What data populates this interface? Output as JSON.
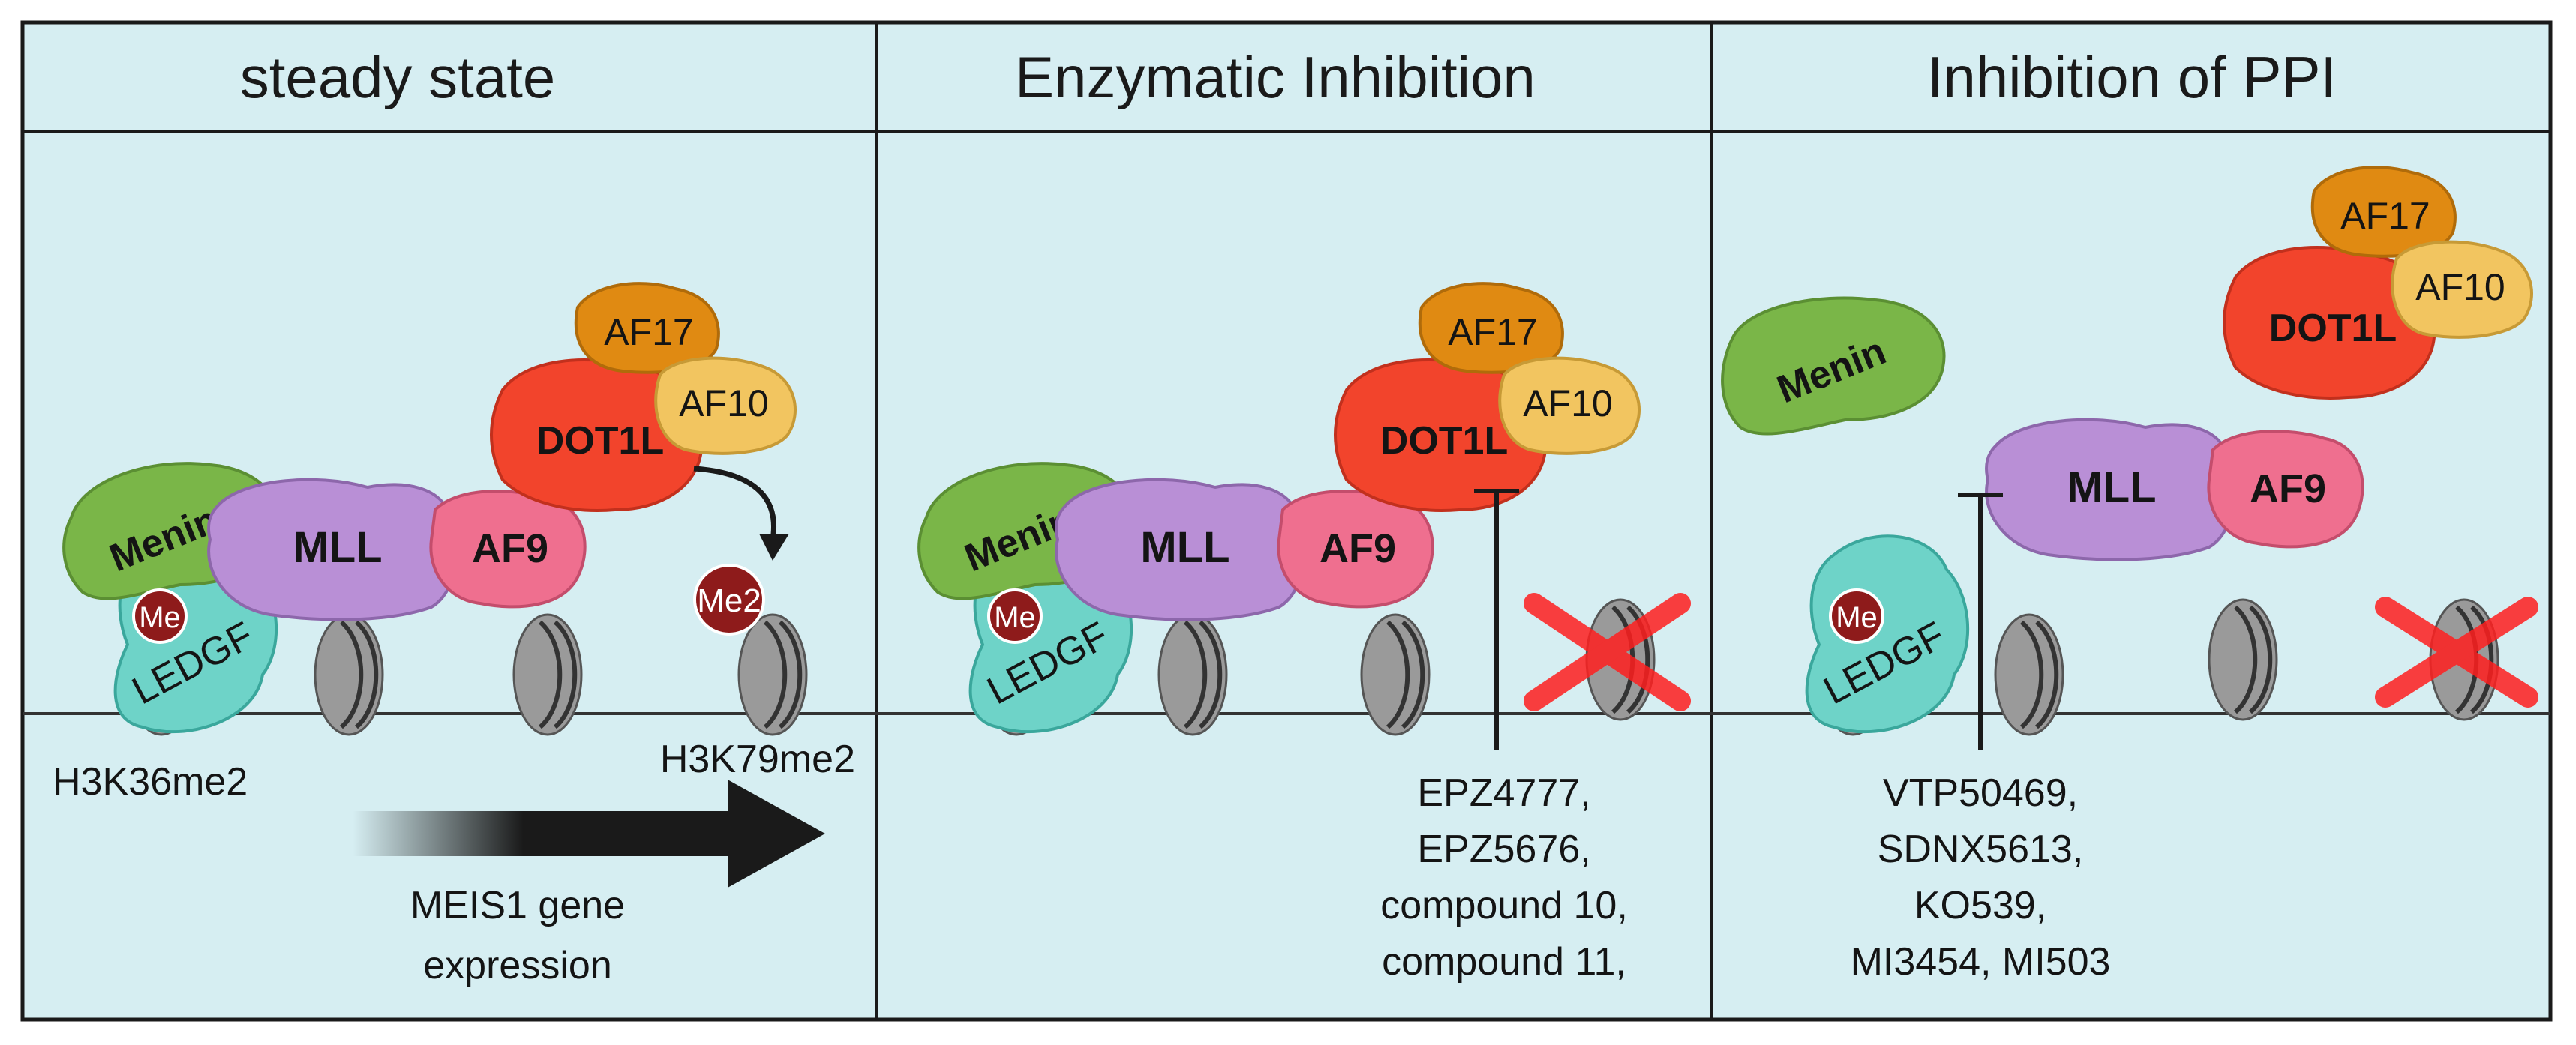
{
  "panels": [
    {
      "title": "steady state",
      "proteins": {
        "menin": "Menin",
        "mll": "MLL",
        "af9": "AF9",
        "dot1l": "DOT1L",
        "af17": "AF17",
        "af10": "AF10",
        "ledgf": "LEDGF"
      },
      "me_label": "Me",
      "me2_label": "Me2",
      "mark_left": "H3K36me2",
      "mark_right": "H3K79me2",
      "expression": [
        "MEIS1 gene",
        "expression"
      ]
    },
    {
      "title": "Enzymatic Inhibition",
      "proteins": {
        "menin": "Menin",
        "mll": "MLL",
        "af9": "AF9",
        "dot1l": "DOT1L",
        "af17": "AF17",
        "af10": "AF10",
        "ledgf": "LEDGF"
      },
      "me_label": "Me",
      "inhibitors": [
        "EPZ4777,",
        "EPZ5676,",
        "compound 10,",
        "compound 11,"
      ]
    },
    {
      "title": "Inhibition of PPI",
      "proteins": {
        "menin": "Menin",
        "mll": "MLL",
        "af9": "AF9",
        "dot1l": "DOT1L",
        "af17": "AF17",
        "af10": "AF10",
        "ledgf": "LEDGF"
      },
      "me_label": "Me",
      "inhibitors": [
        "VTP50469,",
        "SDNX5613,",
        "KO539,",
        "MI3454, MI503"
      ]
    }
  ],
  "colors": {
    "background": "#d6eef2",
    "menin": "#7ab648",
    "mll": "#b98fd6",
    "af9": "#ef6f8f",
    "dot1l": "#f2442c",
    "af17": "#e08a12",
    "af10": "#f2c560",
    "ledgf": "#6ed3c8",
    "me": "#8e1b1b",
    "nucleosome": "#9a9a9a",
    "cross": "#ff1f1f"
  }
}
